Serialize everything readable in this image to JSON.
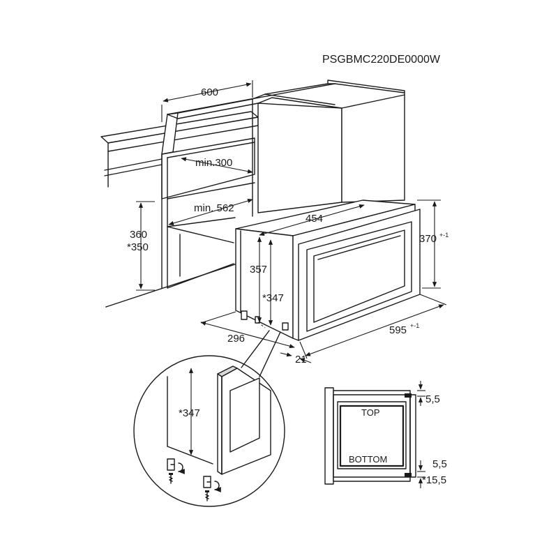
{
  "model_code": "PSGBMC220DE0000W",
  "dimensions": {
    "cabinet_depth": "600",
    "min_depth_top": "min.300",
    "min_width": "min. 562",
    "niche_height": "360",
    "niche_height_alt": "*350",
    "oven_width": "454",
    "oven_front_height": "370",
    "oven_front_height_tol": "+-1",
    "oven_body_height": "357",
    "oven_body_height_alt": "*347",
    "oven_depth_body": "296",
    "front_width": "595",
    "front_width_tol": "+-1",
    "front_thickness": "21",
    "detail_height": "*347",
    "gap_top": "5,5",
    "gap_bottom": "5,5",
    "gap_bottom_alt": "*15,5"
  },
  "labels": {
    "top": "TOP",
    "bottom": "BOTTOM"
  },
  "icons": {
    "screw": "screw-icon",
    "rotate": "rotate-arrow-icon"
  }
}
